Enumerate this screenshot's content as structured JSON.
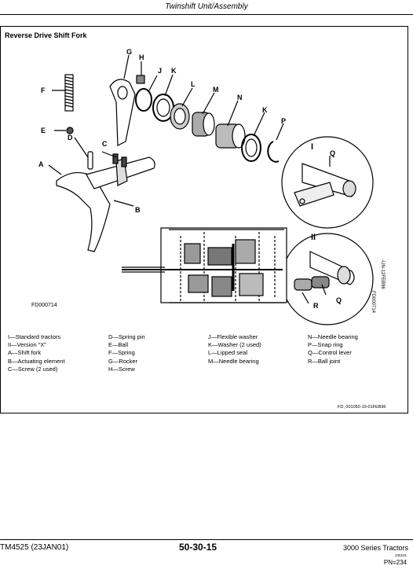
{
  "header": {
    "title": "Twinshift Unit/Assembly"
  },
  "section": {
    "title": "Reverse Drive Shift Fork"
  },
  "figure": {
    "id": "FD000714",
    "vertical_code_1": "FD000714",
    "vertical_code_2": "-UN-12FEB96",
    "ref_code": "FD,      001050-19-01FEB96",
    "callouts": {
      "A": "A",
      "B": "B",
      "C": "C",
      "D": "D",
      "E": "E",
      "F": "F",
      "G": "G",
      "H": "H",
      "J": "J",
      "K": "K",
      "K2": "K",
      "L": "L",
      "M": "M",
      "N": "N",
      "P": "P",
      "Q": "Q",
      "Q2": "Q",
      "R": "R",
      "I": "I",
      "II": "II"
    }
  },
  "legend": {
    "col1": [
      "I—Standard tractors",
      "II—Version “X”",
      "A—Shift fork",
      "B—Actuating element",
      "C—Screw (2 used)"
    ],
    "col2": [
      "D—Spring pin",
      "E—Ball",
      "F—Spring",
      "G—Rocker",
      "H—Screw"
    ],
    "col3": [
      "J—Flexible washer",
      "K—Washer (2 used)",
      "L—Lipped seal",
      "M—Needle bearing"
    ],
    "col4": [
      "N—Needle bearing",
      "P—Snap ring",
      "Q—Control lever",
      "R—Ball joint"
    ]
  },
  "footer": {
    "left": "TM4525 (23JAN01)",
    "center": "50-30-15",
    "right": "3000 Series Tractors",
    "date": "230101",
    "pn": "PN=234"
  }
}
